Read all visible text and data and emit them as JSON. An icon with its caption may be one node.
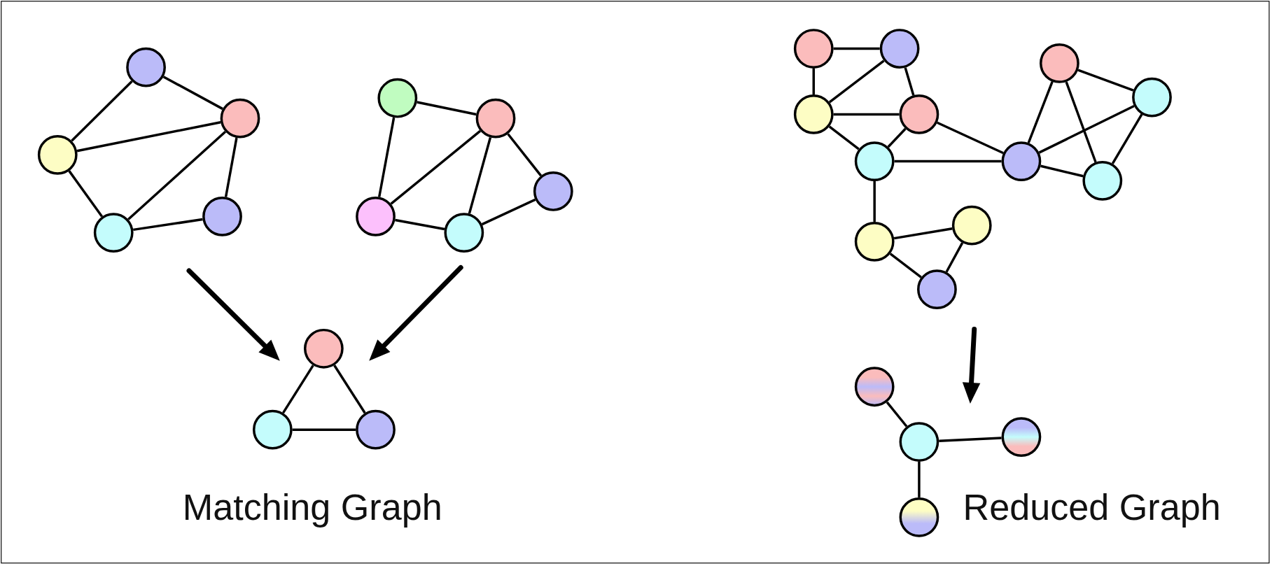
{
  "diagram": {
    "nodes": [
      {
        "text": [],
        "shape": "circle"
      },
      {
        "text": [],
        "shape": "circle"
      },
      {
        "text": [],
        "shape": "circle"
      },
      {
        "text": [],
        "shape": "circle"
      },
      {
        "text": [],
        "shape": "circle"
      },
      {
        "text": [],
        "shape": "circle"
      },
      {
        "text": [],
        "shape": "circle"
      },
      {
        "text": [],
        "shape": "circle"
      },
      {
        "text": [],
        "shape": "circle"
      },
      {
        "text": [],
        "shape": "circle"
      },
      {
        "text": [],
        "shape": "circle"
      },
      {
        "text": [],
        "shape": "circle"
      },
      {
        "text": [],
        "shape": "circle"
      },
      {
        "text": [],
        "shape": "circle"
      },
      {
        "text": [],
        "shape": "circle"
      },
      {
        "text": [],
        "shape": "circle"
      },
      {
        "text": [],
        "shape": "circle"
      },
      {
        "text": [],
        "shape": "circle"
      },
      {
        "text": [],
        "shape": "circle"
      },
      {
        "text": [],
        "shape": "circle"
      },
      {
        "text": [],
        "shape": "circle"
      },
      {
        "text": [],
        "shape": "circle"
      },
      {
        "text": [],
        "shape": "circle"
      },
      {
        "text": [],
        "shape": "circle"
      },
      {
        "text": [],
        "shape": "circle"
      },
      {
        "text": [],
        "shape": "circle"
      },
      {
        "text": [],
        "shape": "circle"
      },
      {
        "text": [],
        "shape": "circle"
      },
      {
        "text": [],
        "shape": "circle"
      }
    ],
    "edges": [
      {
        "from": 0,
        "to": 1,
        "arrow": "none"
      },
      {
        "from": 0,
        "to": 2,
        "arrow": "none"
      },
      {
        "from": 2,
        "to": 1,
        "arrow": "none"
      },
      {
        "from": 2,
        "to": 4,
        "arrow": "none"
      },
      {
        "from": 1,
        "to": 4,
        "arrow": "none"
      },
      {
        "from": 1,
        "to": 3,
        "arrow": "none"
      },
      {
        "from": 4,
        "to": 3,
        "arrow": "none"
      },
      {
        "from": 5,
        "to": 6,
        "arrow": "none"
      },
      {
        "from": 5,
        "to": 8,
        "arrow": "none"
      },
      {
        "from": 6,
        "to": 8,
        "arrow": "none"
      },
      {
        "from": 6,
        "to": 9,
        "arrow": "none"
      },
      {
        "from": 6,
        "to": 7,
        "arrow": "none"
      },
      {
        "from": 8,
        "to": 9,
        "arrow": "none"
      },
      {
        "from": 9,
        "to": 7,
        "arrow": "none"
      },
      {
        "from": 10,
        "to": 11,
        "arrow": "none"
      },
      {
        "from": 10,
        "to": 12,
        "arrow": "none"
      },
      {
        "from": 11,
        "to": 12,
        "arrow": "none"
      },
      {
        "from": 13,
        "to": 14,
        "arrow": "none"
      },
      {
        "from": 13,
        "to": 15,
        "arrow": "none"
      },
      {
        "from": 15,
        "to": 14,
        "arrow": "none"
      },
      {
        "from": 14,
        "to": 16,
        "arrow": "none"
      },
      {
        "from": 15,
        "to": 16,
        "arrow": "none"
      },
      {
        "from": 15,
        "to": 17,
        "arrow": "none"
      },
      {
        "from": 17,
        "to": 16,
        "arrow": "none"
      },
      {
        "from": 16,
        "to": 20,
        "arrow": "none"
      },
      {
        "from": 17,
        "to": 20,
        "arrow": "none"
      },
      {
        "from": 18,
        "to": 19,
        "arrow": "none"
      },
      {
        "from": 18,
        "to": 20,
        "arrow": "none"
      },
      {
        "from": 18,
        "to": 21,
        "arrow": "none"
      },
      {
        "from": 20,
        "to": 19,
        "arrow": "none"
      },
      {
        "from": 19,
        "to": 21,
        "arrow": "none"
      },
      {
        "from": 20,
        "to": 21,
        "arrow": "none"
      },
      {
        "from": 17,
        "to": 22,
        "arrow": "none"
      },
      {
        "from": 22,
        "to": 23,
        "arrow": "none"
      },
      {
        "from": 22,
        "to": 24,
        "arrow": "none"
      },
      {
        "from": 23,
        "to": 24,
        "arrow": "none"
      },
      {
        "from": 25,
        "to": 26,
        "arrow": "none"
      },
      {
        "from": 26,
        "to": 27,
        "arrow": "none"
      },
      {
        "from": 26,
        "to": 28,
        "arrow": "none"
      }
    ],
    "labels": [
      "Matching Graph",
      "Reduced Graph"
    ]
  }
}
